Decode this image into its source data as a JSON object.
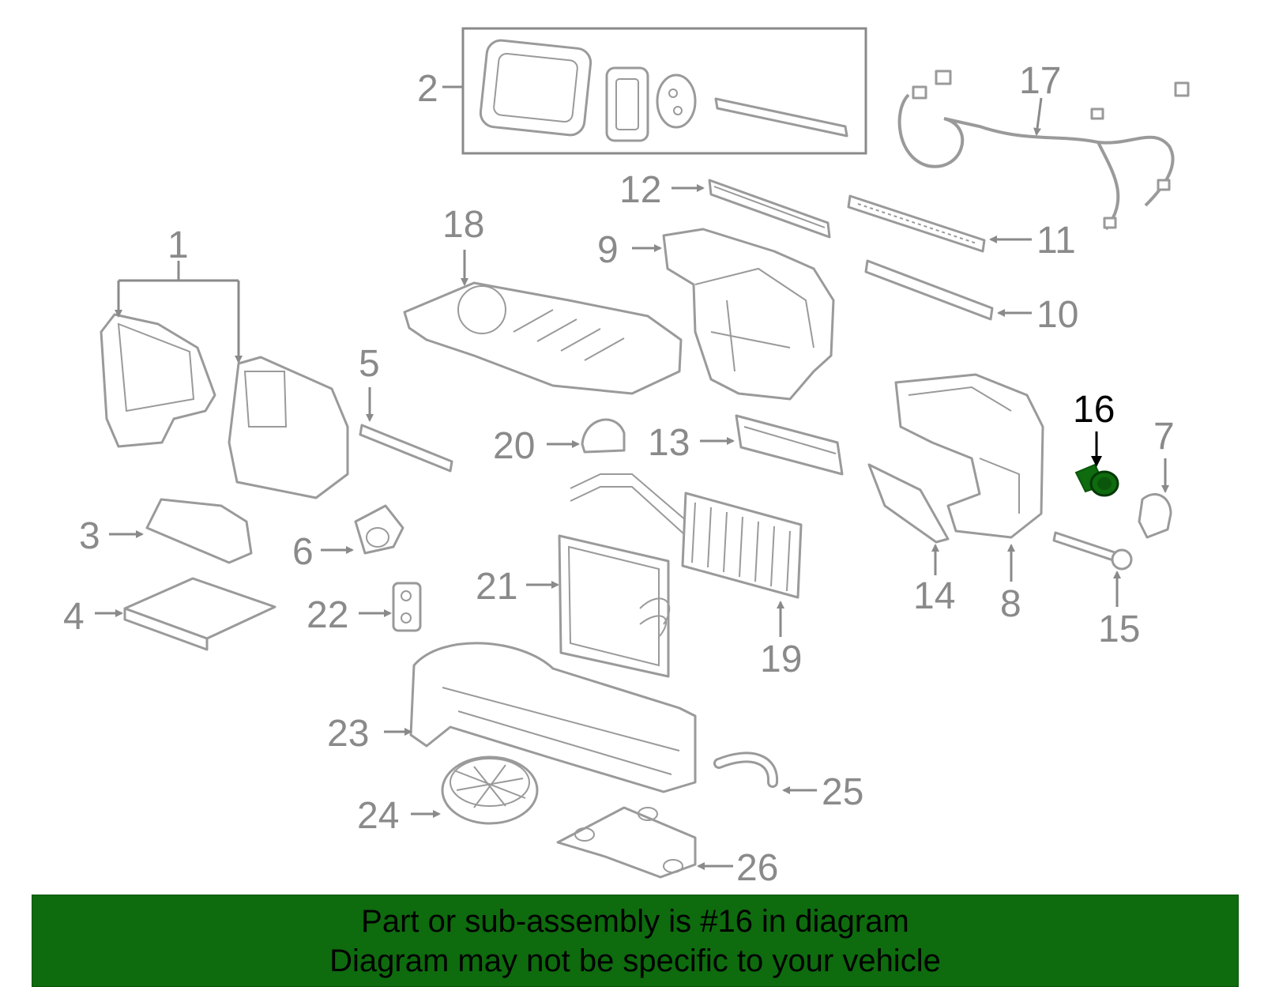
{
  "highlight_color": "#0e6b0e",
  "callout_color": "#8a8a8a",
  "callouts": {
    "c1": "1",
    "c2": "2",
    "c3": "3",
    "c4": "4",
    "c5": "5",
    "c6": "6",
    "c7": "7",
    "c8": "8",
    "c9": "9",
    "c10": "10",
    "c11": "11",
    "c12": "12",
    "c13": "13",
    "c14": "14",
    "c15": "15",
    "c16": "16",
    "c17": "17",
    "c18": "18",
    "c19": "19",
    "c20": "20",
    "c21": "21",
    "c22": "22",
    "c23": "23",
    "c24": "24",
    "c25": "25",
    "c26": "26"
  },
  "banner": {
    "line1": "Part or sub-assembly is #16 in diagram",
    "line2": "Diagram may not be specific to your vehicle"
  }
}
